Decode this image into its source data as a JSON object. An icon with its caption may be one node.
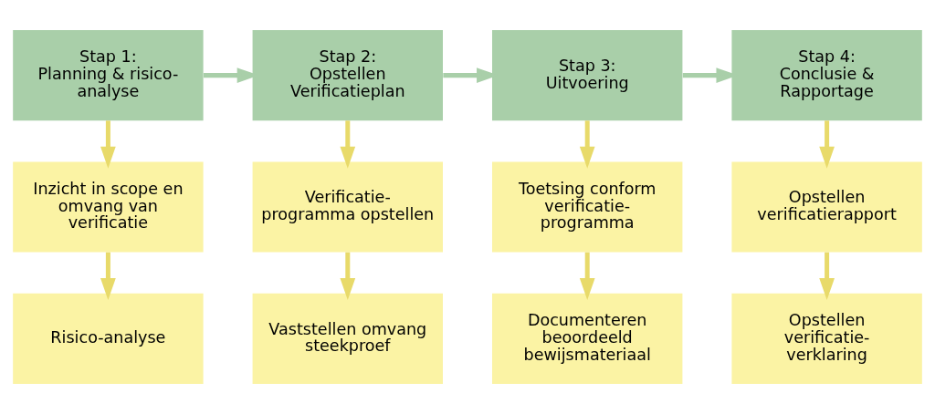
{
  "diagram": {
    "nodes": [
      {
        "text": [
          "Stap 1:",
          "Planning & risico-analyse"
        ]
      },
      {
        "text": [
          "Stap 2:",
          "Opstellen Verificatieplan"
        ]
      },
      {
        "text": [
          "Stap 3:",
          "Uitvoering"
        ]
      },
      {
        "text": [
          "Stap 4:",
          "Conclusie & Rapportage"
        ]
      },
      {
        "text": [
          "Inzicht in scope en omvang van verificatie"
        ]
      },
      {
        "text": [
          "Verificatie-programma opstellen"
        ]
      },
      {
        "text": [
          "Toetsing conform verificatie-programma"
        ]
      },
      {
        "text": [
          "Opstellen verificatierapport"
        ]
      },
      {
        "text": [
          "Risico-analyse"
        ]
      },
      {
        "text": [
          "Vaststellen omvang steekproef"
        ]
      },
      {
        "text": [
          "Documenteren beoordeeld bewijsmateriaal"
        ]
      },
      {
        "text": [
          "Opstellen verificatie-verklaring"
        ]
      }
    ],
    "edges": [
      {
        "from": 0,
        "to": 1,
        "arrow": "to",
        "color": "#a9cfa9"
      },
      {
        "from": 1,
        "to": 2,
        "arrow": "to",
        "color": "#a9cfa9"
      },
      {
        "from": 2,
        "to": 3,
        "arrow": "to",
        "color": "#a9cfa9"
      },
      {
        "from": 0,
        "to": 4,
        "arrow": "to"
      },
      {
        "from": 1,
        "to": 5,
        "arrow": "to"
      },
      {
        "from": 2,
        "to": 6,
        "arrow": "to"
      },
      {
        "from": 3,
        "to": 7,
        "arrow": "to"
      },
      {
        "from": 4,
        "to": 8,
        "arrow": "to"
      },
      {
        "from": 5,
        "to": 9,
        "arrow": "to"
      },
      {
        "from": 6,
        "to": 10,
        "arrow": "to"
      },
      {
        "from": 7,
        "to": 11,
        "arrow": "to"
      }
    ]
  }
}
